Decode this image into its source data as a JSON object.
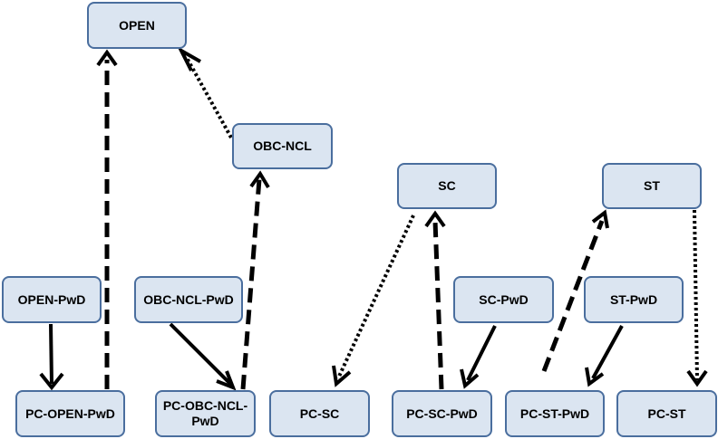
{
  "nodes": {
    "open": "OPEN",
    "obc_ncl": "OBC-NCL",
    "sc": "SC",
    "st": "ST",
    "open_pwd": "OPEN-PwD",
    "obc_ncl_pwd": "OBC-NCL-PwD",
    "sc_pwd": "SC-PwD",
    "st_pwd": "ST-PwD",
    "pc_open_pwd": "PC-OPEN-PwD",
    "pc_obc_ncl_pwd_line1": "PC-OBC-NCL-",
    "pc_obc_ncl_pwd_line2": "PwD",
    "pc_sc": "PC-SC",
    "pc_sc_pwd": "PC-SC-PwD",
    "pc_st_pwd": "PC-ST-PwD",
    "pc_st": "PC-ST"
  },
  "edges": [
    {
      "from": "obc_ncl",
      "to": "open",
      "style": "dotted"
    },
    {
      "from": "pc_open_pwd",
      "to": "open",
      "style": "dashed"
    },
    {
      "from": "pc_obc_ncl_pwd",
      "to": "obc_ncl",
      "style": "dashed"
    },
    {
      "from": "open_pwd",
      "to": "pc_open_pwd",
      "style": "solid"
    },
    {
      "from": "obc_ncl_pwd",
      "to": "pc_obc_ncl_pwd",
      "style": "solid"
    },
    {
      "from": "sc",
      "to": "pc_sc",
      "style": "dotted"
    },
    {
      "from": "pc_sc_pwd",
      "to": "sc",
      "style": "dashed"
    },
    {
      "from": "sc_pwd",
      "to": "pc_sc_pwd",
      "style": "solid"
    },
    {
      "from": "pc_st_pwd",
      "to": "st",
      "style": "dashed"
    },
    {
      "from": "st_pwd",
      "to": "pc_st_pwd",
      "style": "solid"
    },
    {
      "from": "st",
      "to": "pc_st",
      "style": "dotted"
    }
  ],
  "colors": {
    "node_fill": "#dbe5f1",
    "node_border": "#4a6e9e",
    "arrow": "#000000"
  }
}
